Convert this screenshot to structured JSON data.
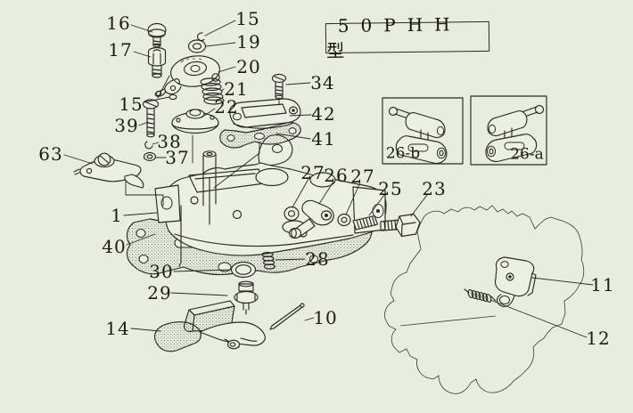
{
  "page": {
    "background": "#e8ede0",
    "line_color": "#2a2a24",
    "label_color": "#1c1c14",
    "description_type": "exploded-parts-diagram"
  },
  "title_box": {
    "text": "50PHH型"
  },
  "labels": {
    "l16": "16",
    "l15a": "15",
    "l17": "17",
    "l19": "19",
    "l20": "20",
    "l21": "21",
    "l22": "22",
    "l34": "34",
    "l42": "42",
    "l41": "41",
    "l15b": "15",
    "l39": "39",
    "l38": "38",
    "l37": "37",
    "l63": "63",
    "l27a": "27",
    "l26": "26",
    "l27b": "27",
    "l25": "25",
    "l23": "23",
    "l1": "1",
    "l40": "40",
    "l30": "30",
    "l28": "28",
    "l29": "29",
    "l10": "10",
    "l14": "14",
    "l11": "11",
    "l12": "12"
  },
  "insets": {
    "b": "26-b",
    "a": "26-a"
  }
}
